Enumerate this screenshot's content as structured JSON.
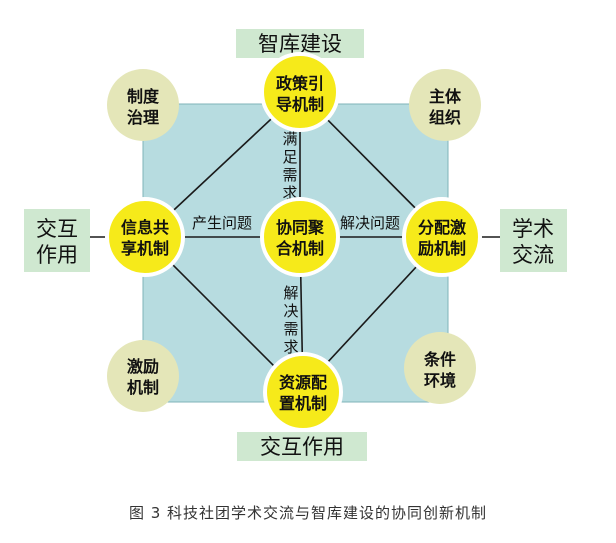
{
  "colors": {
    "square_fill": "#b7dce0",
    "square_stroke": "#7fb3b8",
    "label_box_fill": "#cfe8d0",
    "yellow_circle": "#f6ea1a",
    "yellow_ring": "#ffffff",
    "beige_circle": "#e4e6b8",
    "line": "#1a1a1a"
  },
  "side_labels": {
    "top": "智库建设",
    "bottom": "交互作用",
    "left": [
      "交互",
      "作用"
    ],
    "right": [
      "学术",
      "交流"
    ]
  },
  "nodes": {
    "top": [
      "政策引",
      "导机制"
    ],
    "center": [
      "协同聚",
      "合机制"
    ],
    "left": [
      "信息共",
      "享机制"
    ],
    "right": [
      "分配激",
      "励机制"
    ],
    "bottom": [
      "资源配",
      "置机制"
    ]
  },
  "corners": {
    "top_left": [
      "制度",
      "治理"
    ],
    "top_right": [
      "主体",
      "组织"
    ],
    "bottom_left": [
      "激励",
      "机制"
    ],
    "bottom_right": [
      "条件",
      "环境"
    ]
  },
  "edge_labels": {
    "left": "产生问题",
    "right": "解决问题",
    "top": [
      "满",
      "足",
      "需",
      "求"
    ],
    "bottom": [
      "解",
      "决",
      "需",
      "求"
    ]
  },
  "caption": "图 3  科技社团学术交流与智库建设的协同创新机制"
}
